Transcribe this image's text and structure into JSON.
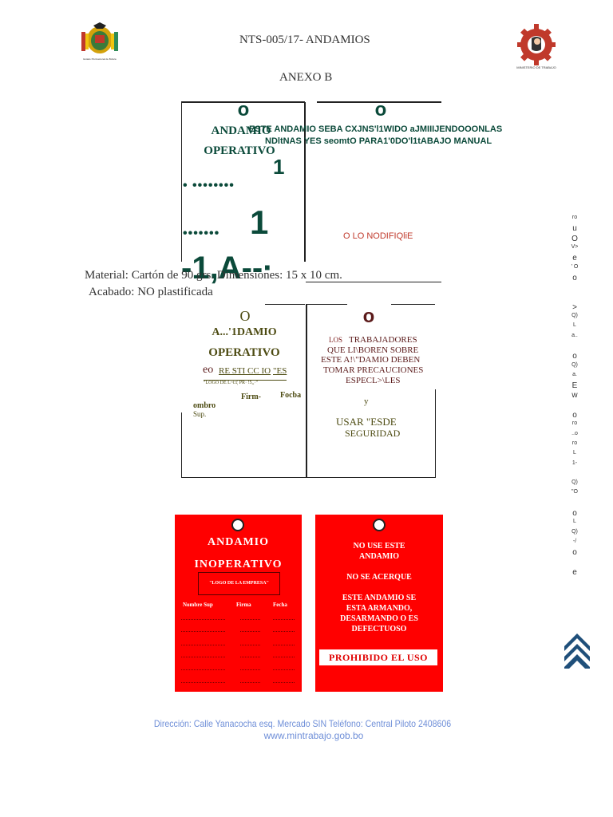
{
  "header": {
    "doc_code": "NTS-005/17- ANDAMIOS",
    "annex": "ANEXO B",
    "logo_left_caption": "Estado Plurinacional de Bolivia",
    "logo_right_caption": "MINISTERIO DE TRABAJO"
  },
  "tag1": {
    "top_o": "o",
    "title_line1": "ANDAMIO",
    "title_line2": "OPERATIVO",
    "num1": "1",
    "dots1": "• ••••••••",
    "dots2": "•••••••",
    "num2": "1",
    "scribble": "-1,A--·"
  },
  "tag2": {
    "top_o": "o",
    "text_line1": "ESTE ANDAMIO SEBA CXJNS'l1WIDO aJMIIIJENDOOONLAS",
    "text_line2": "NDltNAS YES seomtO PARA1'0DO'l1tABAJO MANUAL",
    "red_label": "O LO NODIFIQliE"
  },
  "material_line": "Material: Cartón de 90 grs. Dimensiones: 15 x 10 cm.",
  "finish_line": "Acabado: NO plastificada",
  "tag3": {
    "top_o": "O",
    "title_line1": "A...'1DAMIO",
    "title_line2": "OPERATIVO",
    "eo": "eo",
    "restr": "RE STI CC IO",
    "es": "\"ES",
    "logo_small": "\"LOGO DE L~t:t¦ PR· !5,,·\"",
    "col_name": "ombro",
    "col_name_sup": "Sup.",
    "col_firm": "Firm-",
    "col_date": "Focba"
  },
  "tag4": {
    "top_o": "o",
    "los": "LOS",
    "text_l1": "TRABAJADORES",
    "text_l2": "QUE LI\\BOREN SOBRE",
    "text_l3": "ESTE A!\\\"DAMIO DEBEN",
    "text_l4": "TOMAR PRECAUCIONES",
    "text_l5": "ESPECL>\\LES",
    "y": "y",
    "usar_l1": "USAR \"ESDE",
    "usar_l2": "SEGURIDAD"
  },
  "red_tag_left": {
    "title1": "ANDAMIO",
    "title2": "INOPERATIVO",
    "logo_box": "\"LOGO DE LA EMPRESA\"",
    "col1": "Nombre Sup",
    "col2": "Firma",
    "col3": "Fecha"
  },
  "red_tag_right": {
    "line1": "NO USE ESTE",
    "line2": "ANDAMIO",
    "line3": "NO SE ACERQUE",
    "line4": "ESTE ANDAMIO SE",
    "line5": "ESTA ARMANDO,",
    "line6": "DESARMANDO O ES",
    "line7": "DEFECTUOSO",
    "banner": "PROHIBIDO EL USO"
  },
  "margin_chars": [
    "ro",
    "u",
    "O",
    "V>",
    "e",
    "' O",
    "o",
    "",
    "",
    ">",
    "Q)",
    "L",
    "a..",
    "",
    "o",
    "Q)",
    "a.",
    "E",
    "w",
    "",
    "o",
    "ro",
    "..o",
    "ro",
    "L",
    "1-",
    "",
    "Q)",
    "\"O",
    "",
    "o",
    "L",
    "Q)",
    "-/",
    "o",
    "",
    "e"
  ],
  "footer": {
    "address": "Dirección: Calle Yanacocha esq. Mercado SIN Teléfono: Central Piloto 2408606",
    "url": "www.mintrabajo.gob.bo"
  },
  "colors": {
    "red_tag": "#ff0000",
    "footer_link": "#6f8fd8",
    "chevron": "#1f4f7a"
  },
  "icons": {
    "scroll_top": "double-chevron-up-icon",
    "logo_left": "coat-of-arms-icon",
    "logo_right": "ministry-gear-logo-icon"
  }
}
